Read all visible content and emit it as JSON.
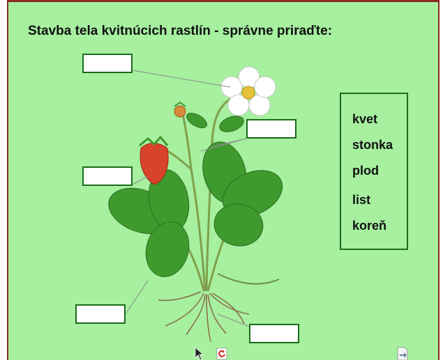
{
  "title": "Stavba tela kvitnúcich rastlín - správne priraďte:",
  "words": [
    "kvet",
    "stonka",
    "plod",
    "list",
    "koreň"
  ],
  "drop_boxes": [
    {
      "name": "answer-box-kvet",
      "value": ""
    },
    {
      "name": "answer-box-stonka",
      "value": ""
    },
    {
      "name": "answer-box-plod",
      "value": ""
    },
    {
      "name": "answer-box-list",
      "value": ""
    },
    {
      "name": "answer-box-koren",
      "value": ""
    }
  ],
  "toolbar": {
    "pointer_icon": "arrow-pointer-icon",
    "reset_icon": "refresh-icon",
    "next_icon": "next-page-icon"
  },
  "colors": {
    "background": "#a6f0a0",
    "frame": "#8b2a20",
    "box_border": "#1a6b1a",
    "leaf": "#3f9a2e",
    "fruit": "#d8432b",
    "accent_red": "#cc2222"
  }
}
